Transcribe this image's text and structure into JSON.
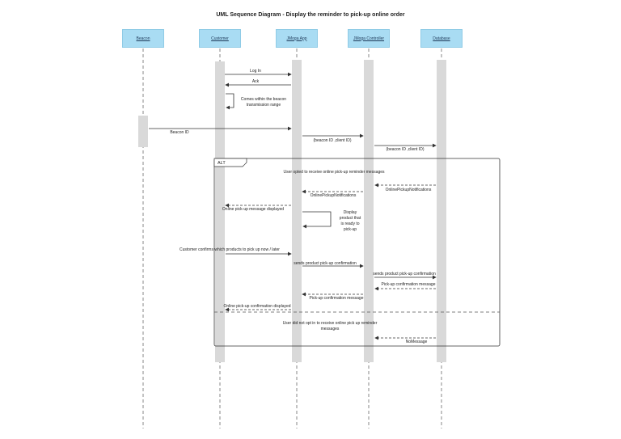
{
  "title": "UML Sequence Diagram - Display the reminder to pick-up online order",
  "actors": [
    {
      "id": "beacon",
      "label": "Beacon"
    },
    {
      "id": "customer",
      "label": "Customer"
    },
    {
      "id": "app",
      "label": "JMoga App"
    },
    {
      "id": "controller",
      "label": "JMoga Controller"
    },
    {
      "id": "database",
      "label": "Database"
    }
  ],
  "alt_frame": {
    "label": "ALT",
    "conditions": [
      "User opted to receive online pick-up reminder messages",
      "User did not opt in to receive online pick up reminder messages"
    ]
  },
  "messages": [
    {
      "label": "Log In"
    },
    {
      "label": "Ack"
    },
    {
      "label": "Comes within the beacon transmission range"
    },
    {
      "label": "Beacon ID"
    },
    {
      "label": "(beacon ID ,client ID)"
    },
    {
      "label": "(beacon ID ,client ID)"
    },
    {
      "label": "OnlinePickupNotifications"
    },
    {
      "label": "OnlinePickupNotifications"
    },
    {
      "label": "Online pick-up message displayed"
    },
    {
      "label": "Display product that is ready to pick-up"
    },
    {
      "label": "Customer confirms which products to pick up now / later"
    },
    {
      "label": "sends product pick-up confirmation"
    },
    {
      "label": "sends product pick-up confirmation"
    },
    {
      "label": "Pick-up confirmation message"
    },
    {
      "label": "Pick-up confirmation message"
    },
    {
      "label": "Online pick-up confirmation displayed"
    },
    {
      "label": "NoMessage"
    }
  ],
  "colors": {
    "actor_fill": "#a9dcf3",
    "activation_fill": "#d9d9d9",
    "line": "#333333"
  }
}
